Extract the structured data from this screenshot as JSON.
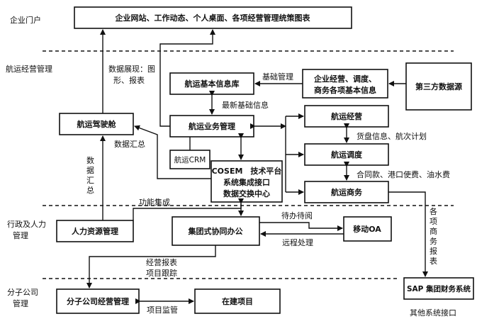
{
  "sections": {
    "portal": "企业门户",
    "shipping": "航运经营管理",
    "admin_line1": "行政及人力",
    "admin_line2": "管理",
    "subsidiary_line1": "分子公司",
    "subsidiary_line2": "管理"
  },
  "boxes": {
    "portal_top": "企业网站、工作动态、个人桌面、各项经营管理统策图表",
    "shipping_basic_info": "航运基本信息库",
    "enterprise_info_line1": "企业经营、调度、",
    "enterprise_info_line2": "商务各项基本信息",
    "third_party": "第三方数据源",
    "cockpit": "航运驾驶舱",
    "shipping_business_mgmt": "航运业务管理",
    "shipping_ops": "航运经营",
    "shipping_dispatch": "航运调度",
    "shipping_commerce": "航运商务",
    "crm": "航运CRM",
    "cosem_line1": "COSEM　技术平台",
    "cosem_line2": "系统集成接口",
    "cosem_line3": "数据交换中心",
    "hr": "人力资源管理",
    "collab": "集团式协同办公",
    "mobile_oa": "移动OA",
    "subsidiary_mgmt": "分子公司经营管理",
    "in_construction": "在建项目",
    "sap": "SAP 集团财务系统"
  },
  "labels": {
    "data_display_line1": "数据展现：图",
    "data_display_line2": "形、报表",
    "basic_mgmt": "基础管理",
    "latest_basic_info": "最新基础信息",
    "data_summary_right": "数据汇总",
    "data_summary_v1": "数",
    "data_summary_v2": "据",
    "data_summary_v3": "汇",
    "data_summary_v4": "总",
    "cargo_voyage": "货盘信息、航次计划",
    "contract_fees": "合同款、港口使费、油水费",
    "function_integration": "功能集成",
    "pending_read": "待办待阅",
    "remote_processing": "远程处理",
    "biz_report_line1": "经营报表",
    "biz_report_line2": "项目跟踪",
    "project_supervision": "项目监管",
    "commerce_reports": [
      "各",
      "项",
      "商",
      "务",
      "报",
      "表"
    ],
    "other_interfaces": "其他系统接口"
  }
}
